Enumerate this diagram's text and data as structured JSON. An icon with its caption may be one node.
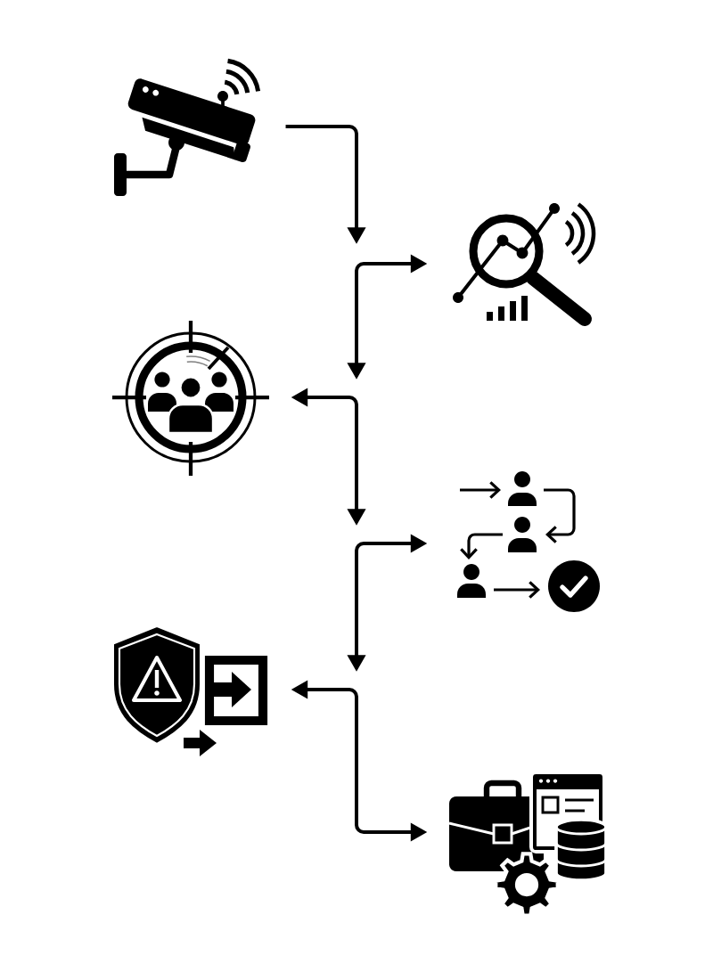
{
  "diagram": {
    "nodes": [
      {
        "text": [],
        "shape": "picture"
      },
      {
        "text": [],
        "shape": "picture"
      },
      {
        "text": [],
        "shape": "picture"
      },
      {
        "text": [],
        "shape": "picture"
      },
      {
        "text": [],
        "shape": "picture"
      },
      {
        "text": [],
        "shape": "picture"
      }
    ],
    "edges": [
      {
        "from": 0,
        "to": null,
        "arrow": "to"
      },
      {
        "from": null,
        "to": 1,
        "arrow": "both"
      },
      {
        "from": null,
        "to": 2,
        "arrow": "both"
      },
      {
        "from": null,
        "to": 3,
        "arrow": "both"
      },
      {
        "from": 4,
        "to": 5,
        "arrow": "both"
      }
    ]
  }
}
